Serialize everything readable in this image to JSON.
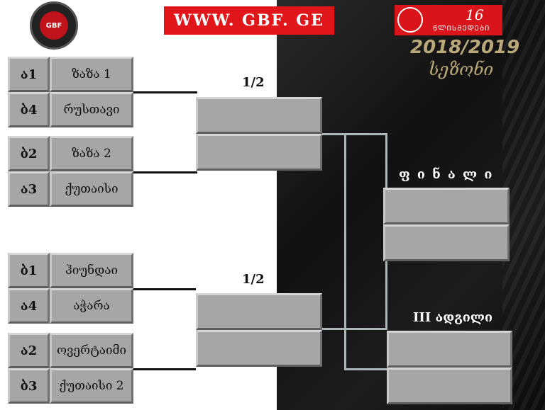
{
  "site_url": "WWW. GBF. GE",
  "logo_text": "GBF",
  "brand": {
    "number": "16",
    "word": "ᲬᲚᲘᲡᲛᲔᲓᲔᲑᲘ"
  },
  "season": {
    "years": "2018/2019",
    "label": "სეზონი"
  },
  "semifinal_label": "1/2",
  "final_label": "ფ ი ნ ა ლ ი",
  "third_place_label": "III ადგილი",
  "top_half": [
    {
      "seed": "ა1",
      "team": "ზაზა 1"
    },
    {
      "seed": "ბ4",
      "team": "რუსთავი"
    },
    {
      "seed": "ბ2",
      "team": "ზაზა 2"
    },
    {
      "seed": "ა3",
      "team": "ქუთაისი"
    }
  ],
  "bottom_half": [
    {
      "seed": "ბ1",
      "team": "ჰიუნდაი"
    },
    {
      "seed": "ა4",
      "team": "აჭარა"
    },
    {
      "seed": "ა2",
      "team": "ოვერტაიმი"
    },
    {
      "seed": "ბ3",
      "team": "ქუთაისი 2"
    }
  ]
}
